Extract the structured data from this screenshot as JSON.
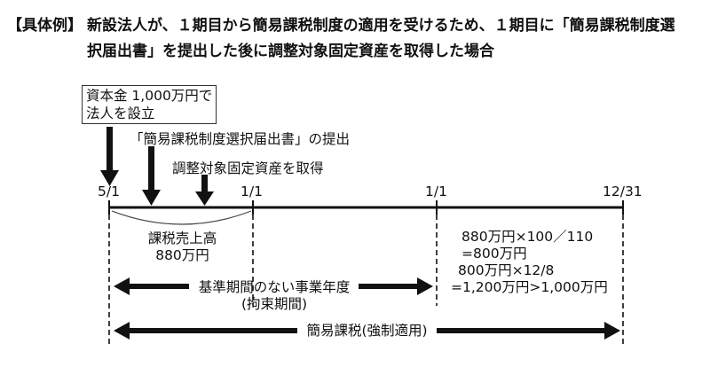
{
  "header": {
    "tag": "【具体例】",
    "line1": "新設法人が、１期目から簡易課税制度の適用を受けるため、１期目に「簡易課税制度選",
    "line2": "択届出書」を提出した後に調整対象固定資産を取得した場合"
  },
  "events": {
    "establish_line1": "資本金 1,000万円で",
    "establish_line2": "法人を設立",
    "notification": "「簡易課税制度選択届出書」の提出",
    "acquisition": "調整対象固定資産を取得"
  },
  "timeline": {
    "dates": [
      "5/1",
      "1/1",
      "1/1",
      "12/31"
    ]
  },
  "sales": {
    "label": "課税売上高",
    "amount": "880万円"
  },
  "calc": {
    "line1": "880万円×100／110",
    "line2": "=800万円",
    "line3": "800万円×12/8",
    "line4": "=1,200万円>1,000万円"
  },
  "periods": {
    "no_base_line1": "基準期間のない事業年度",
    "no_base_line2": "(拘束期間)",
    "simplified": "簡易課税(強制適用)"
  }
}
